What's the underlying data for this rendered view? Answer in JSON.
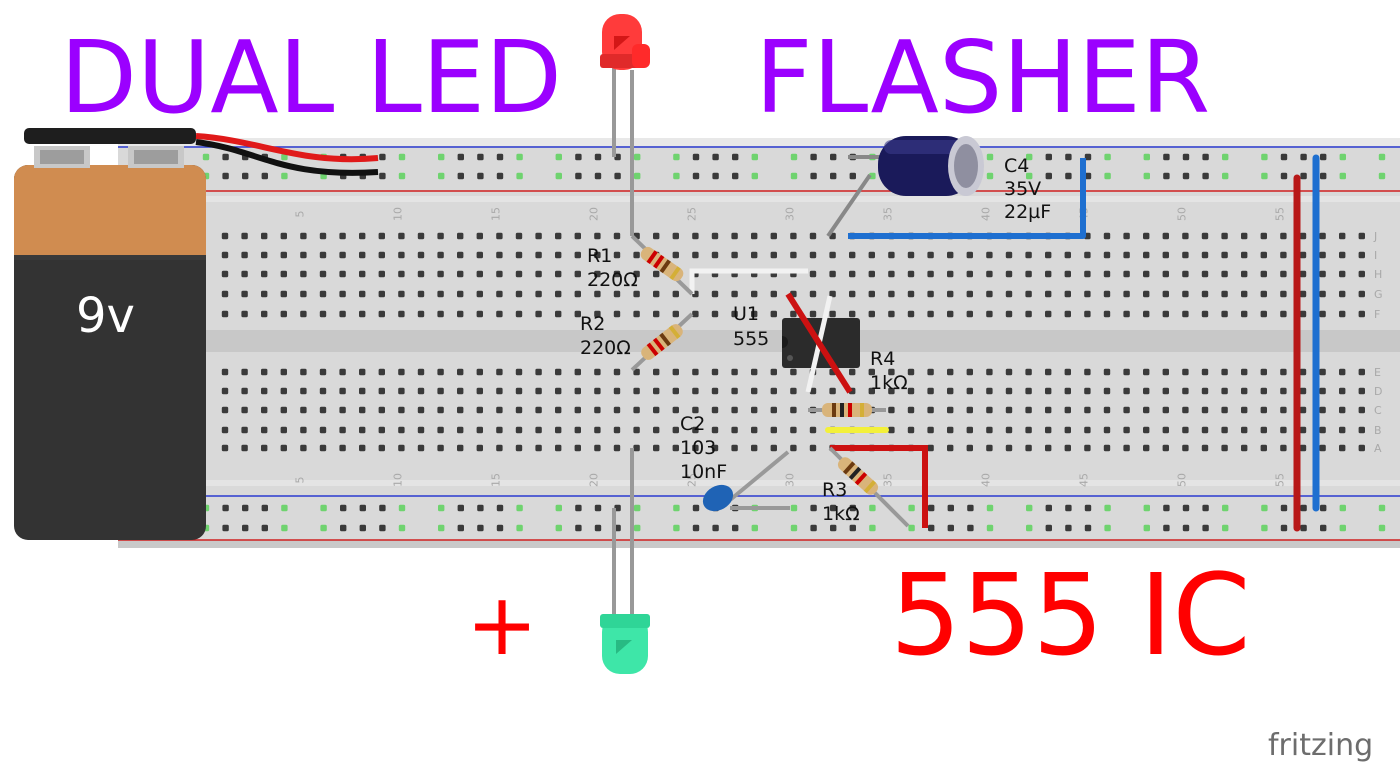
{
  "title_left": "DUAL LED",
  "title_right": "FLASHER",
  "plus_sign": "+",
  "ic_label": "555 IC",
  "fritzing_logo": "fritzing",
  "battery": {
    "label": "9v"
  },
  "components": {
    "r1": {
      "ref": "R1",
      "value": "220Ω"
    },
    "r2": {
      "ref": "R2",
      "value": "220Ω"
    },
    "r3": {
      "ref": "R3",
      "value": "1kΩ"
    },
    "r4": {
      "ref": "R4",
      "value": "1kΩ"
    },
    "u1": {
      "ref": "U1",
      "value": "555"
    },
    "c2": {
      "ref": "C2",
      "code": "103",
      "value": "10nF"
    },
    "c4": {
      "ref": "C4",
      "voltage": "35V",
      "value": "22µF"
    }
  },
  "board": {
    "column_numbers": [
      "5",
      "10",
      "15",
      "20",
      "25",
      "30",
      "35",
      "40",
      "45",
      "50",
      "55"
    ],
    "row_letters_top": [
      "J",
      "I",
      "H",
      "G",
      "F"
    ],
    "row_letters_bottom": [
      "E",
      "D",
      "C",
      "B",
      "A"
    ]
  },
  "colors": {
    "title": "#9b00ff",
    "ic_label": "#ff0000",
    "wire_red": "#cc1111",
    "wire_blue": "#1e6fd0",
    "led_red": "#ff3333",
    "led_green": "#33e0a0"
  }
}
